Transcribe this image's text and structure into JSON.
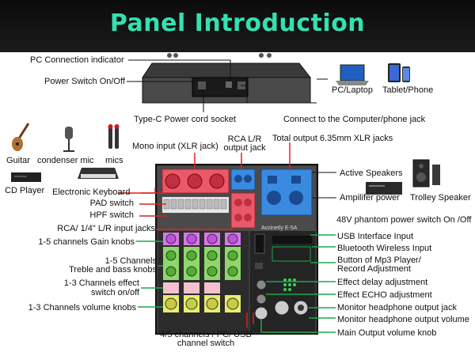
{
  "title": "Panel Introduction",
  "top_labels": {
    "pc_indicator": "PC Connection indicator",
    "power_switch": "Power Switch On/Off",
    "typec_socket": "Type-C Power cord socket",
    "connect_jack": "Connect to the Computer/phone jack",
    "pc_laptop": "PC/Laptop",
    "tablet_phone": "Tablet/Phone"
  },
  "device_labels": {
    "guitar": "Guitar",
    "condenser_mic": "condenser mic",
    "mics": "mics",
    "cd_player": "CD Player",
    "keyboard": "Electronic Keyboard",
    "active_speakers": "Active Speakers",
    "amplifier": "Ampilifer power",
    "trolley": "Trolley Speaker"
  },
  "left_labels": [
    "Mono input (XLR jack)",
    "PAD switch",
    "HPF switch",
    "RCA/ 1/4\" L/R input jacks",
    "1-5 channels Gain knobs",
    "1-5 Channels",
    "Treble and bass knobs",
    "1-3 Channels effect",
    "switch on/off",
    "1-3 Channels volume knobs"
  ],
  "rca_label": [
    "RCA L/R",
    "output jack"
  ],
  "total_output": "Total output 6.35mm XLR jacks",
  "right_labels": [
    "48V phantom power switch On /Off",
    "USB Interface Input",
    "Bluetooth Wireless Input",
    "Button of  Mp3 Player/",
    "Record Adjustment",
    "Effect delay adjustment",
    "Effect ECHO adjustment",
    "Monitor headphone output jack",
    "Monitor headphone output volume",
    "Main Output volume knob"
  ],
  "bottom_label": [
    "4/5 channels / PC/ USB",
    "channel switch"
  ],
  "brand": "Avzinetly E-5A",
  "colors": {
    "title": "#35e0b0",
    "arrow": "#e02020",
    "line": "#1aa84a"
  }
}
